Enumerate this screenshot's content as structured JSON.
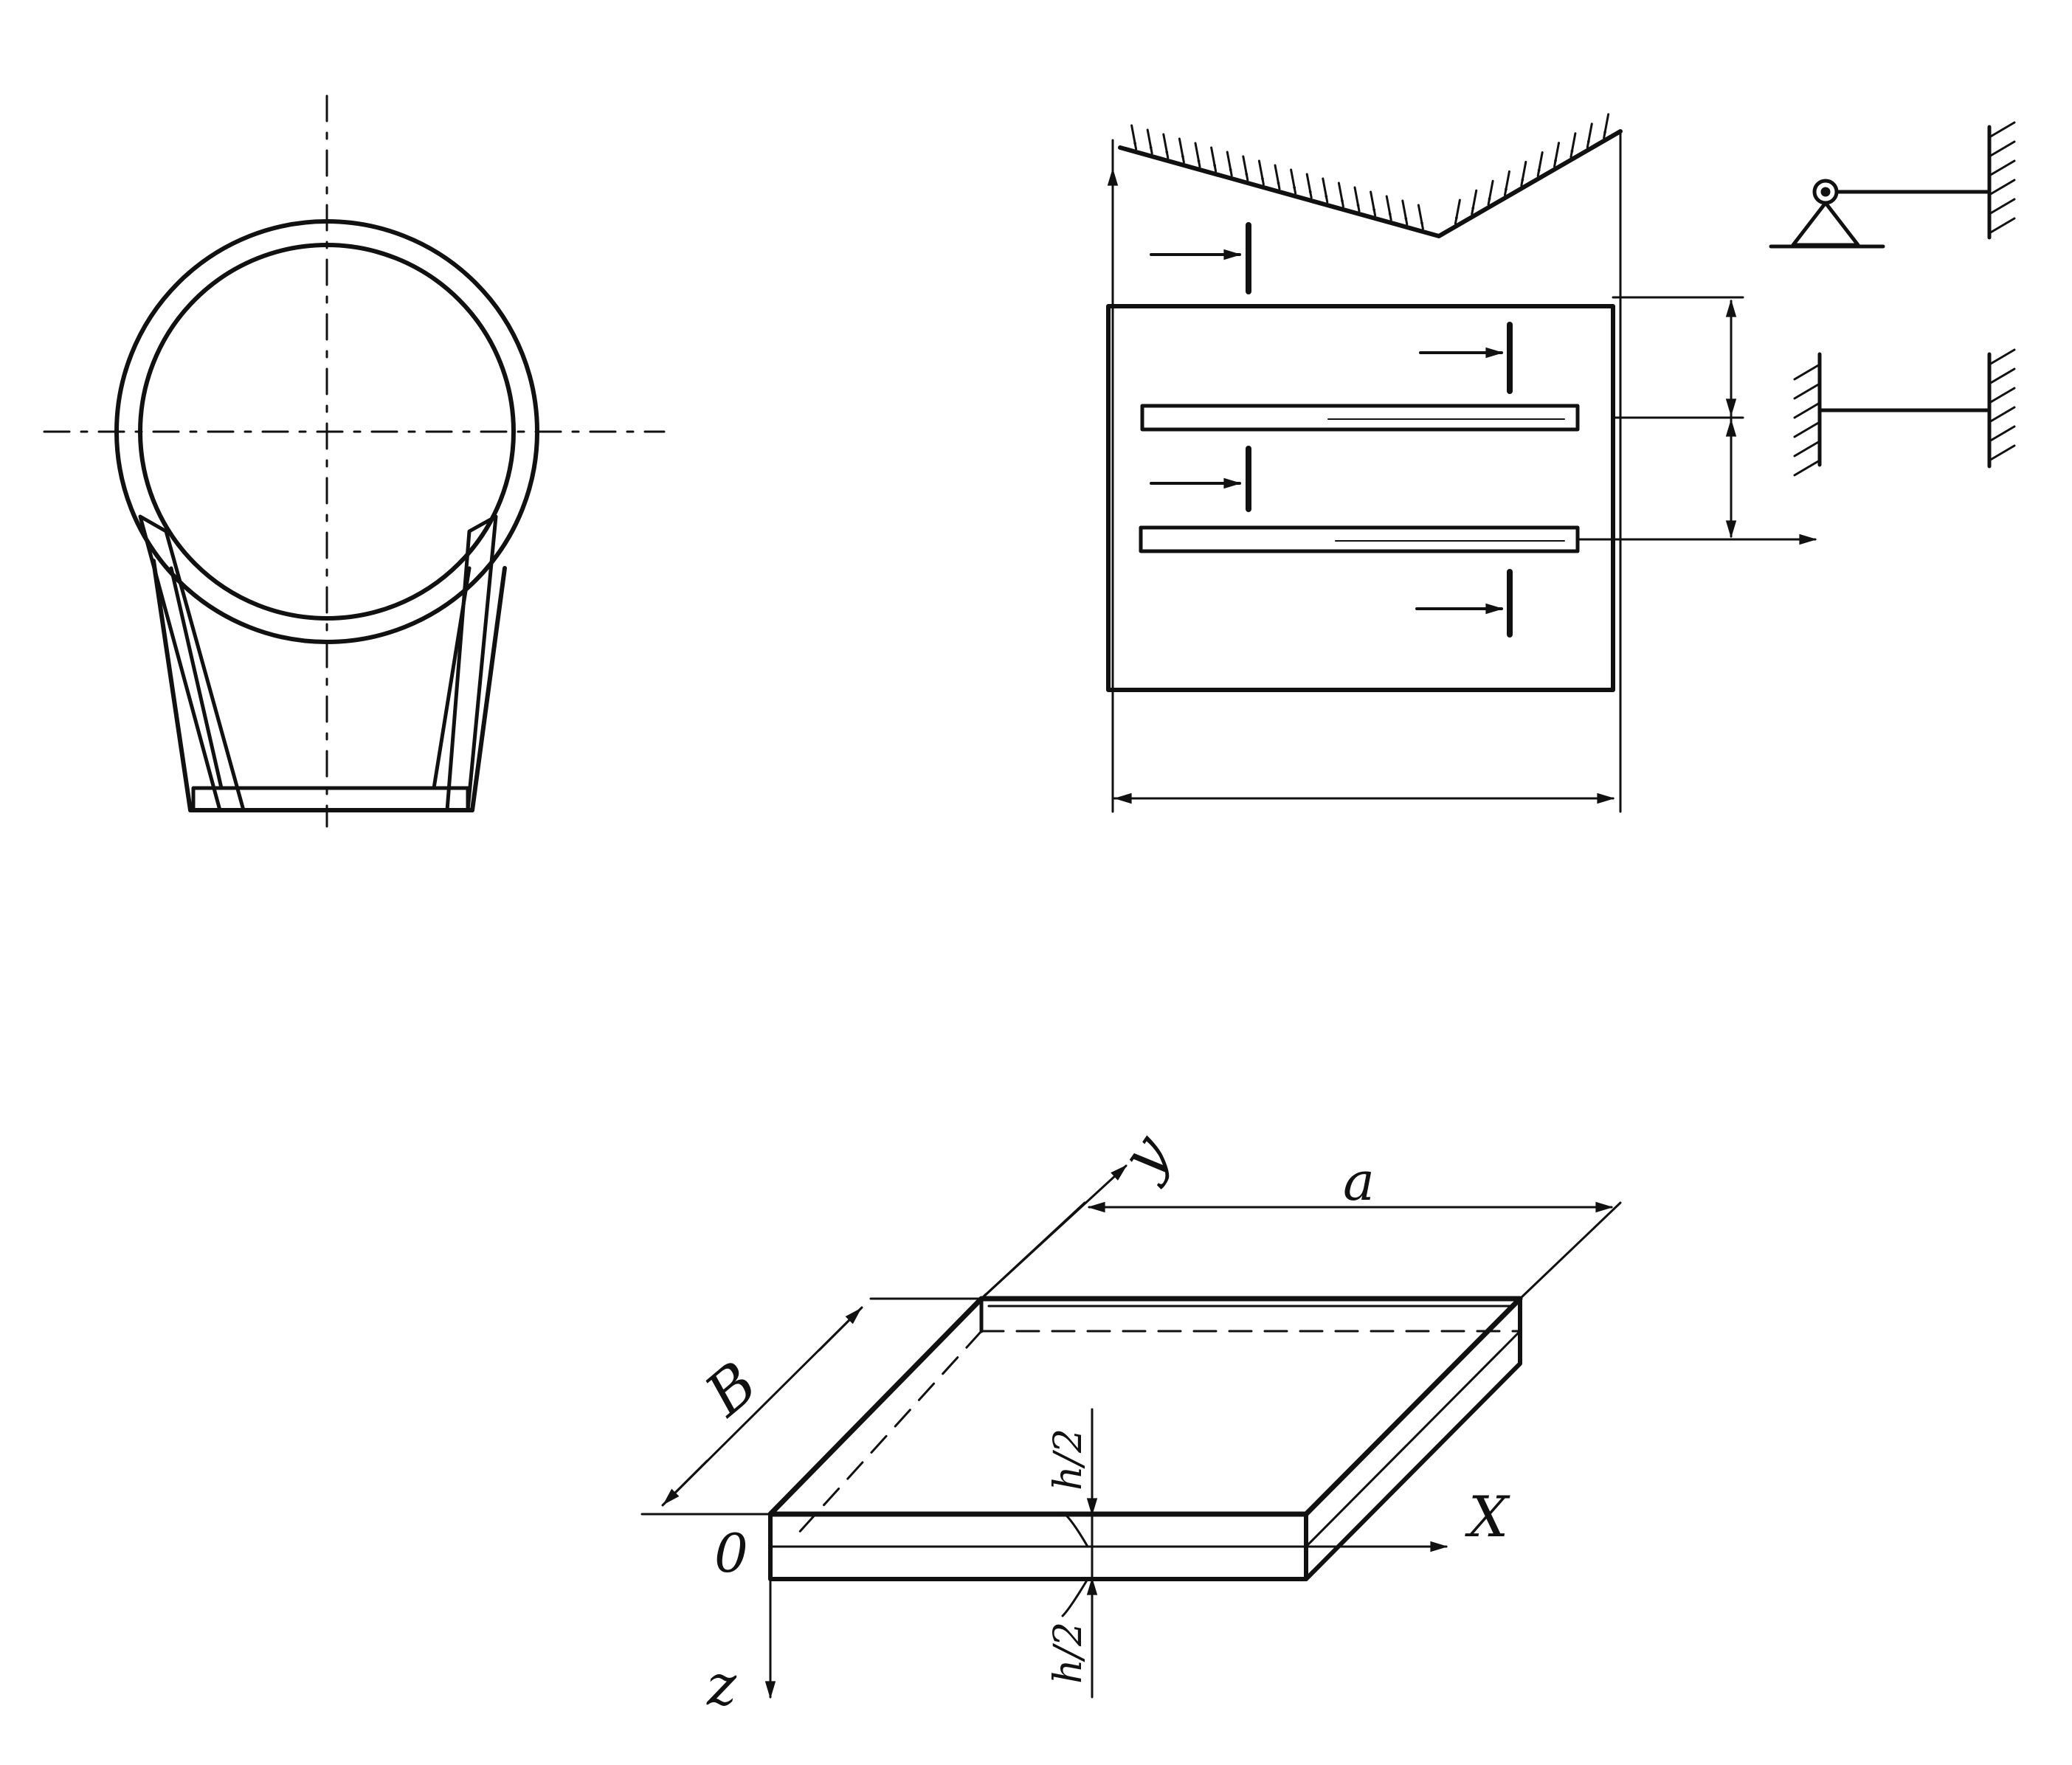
{
  "colors": {
    "ink": "#111111",
    "background": "#ffffff"
  },
  "plate_labels": {
    "width_dim": "a",
    "depth_dim": "B",
    "origin": "0",
    "axis_x": "X",
    "axis_y": "y",
    "axis_z": "z",
    "half_thickness_top": "h/2",
    "half_thickness_bottom": "h/2"
  }
}
